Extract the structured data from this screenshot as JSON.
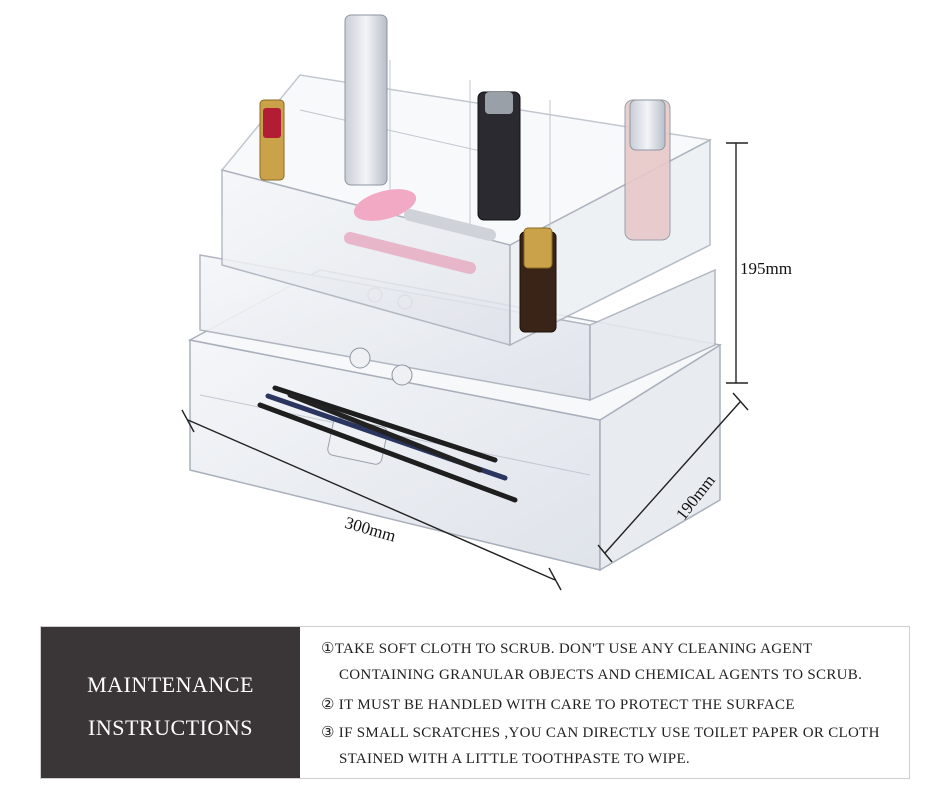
{
  "dimensions": {
    "height": "195mm",
    "width": "300mm",
    "depth": "190mm"
  },
  "maintenance": {
    "title_line1": "MAINTENANCE",
    "title_line2": "INSTRUCTIONS",
    "lines": [
      "①TAKE SOFT CLOTH TO SCRUB. DON'T USE ANY CLEANING AGENT",
      "CONTAINING GRANULAR OBJECTS AND CHEMICAL AGENTS TO SCRUB.",
      "② IT MUST BE HANDLED WITH CARE TO PROTECT THE SURFACE",
      "③ IF SMALL SCRATCHES ,YOU CAN DIRECTLY USE TOILET PAPER OR CLOTH",
      "STAINED WITH A LITTLE TOOTHPASTE TO WIPE."
    ]
  },
  "colors": {
    "title_background": "#3a3637",
    "panel_border": "#cfcfcf"
  }
}
